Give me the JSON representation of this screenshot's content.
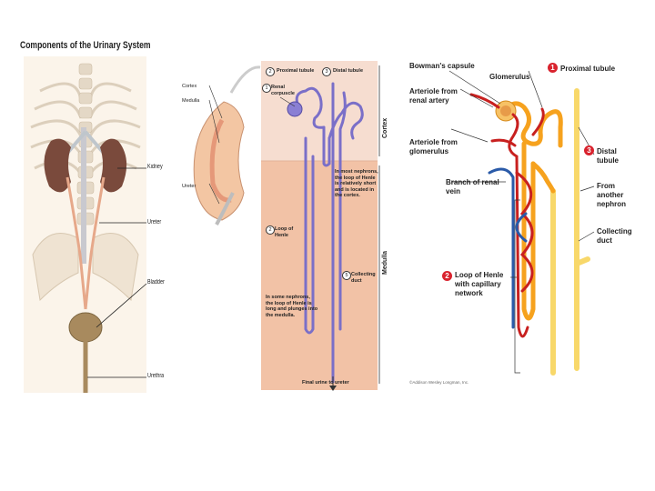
{
  "panel1": {
    "title": "Components of the Urinary System",
    "labels": {
      "kidney": "Kidney",
      "ureter": "Ureter",
      "bladder": "Bladder",
      "urethra": "Urethra"
    }
  },
  "panel2": {
    "labels": {
      "cortex": "Cortex",
      "medulla": "Medulla",
      "ureter": "Ureter",
      "proximal_tubule": "Proximal tubule",
      "distal_tubule": "Distal tubule",
      "renal_corpuscle": "Renal corpuscle",
      "most_nephrons": "In most nephrons, the loop of Henle is relatively short and is located in the cortex.",
      "loop_of_henle": "Loop of Henle",
      "collecting_duct": "Collecting duct",
      "some_nephrons": "In some nephrons, the loop of Henle is long and plunges into the medulla.",
      "final_urine": "Final urine to ureter",
      "side_cortex": "Cortex",
      "side_medulla": "Medulla"
    },
    "numbers": {
      "proximal": "2",
      "distal": "3",
      "corpuscle": "1",
      "loop": "2",
      "collecting": "5"
    }
  },
  "panel3": {
    "labels": {
      "bowmans_capsule": "Bowman's capsule",
      "glomerulus": "Glomerulus",
      "proximal_tubule": "Proximal tubule",
      "arteriole_renal_artery": "Arteriole from renal artery",
      "arteriole_glomerulus": "Arteriole from glomerulus",
      "distal_tubule": "Distal tubule",
      "branch_renal_vein": "Branch of renal vein",
      "from_another_nephron": "From another nephron",
      "collecting_duct": "Collecting duct",
      "loop_henle_capillary": "Loop of Henle with capillary network",
      "copyright": "©Addison Wesley Longman, Inc."
    },
    "badges": {
      "proximal": "1",
      "distal": "3",
      "loop": "2"
    }
  },
  "colors": {
    "tubule_orange": "#f6a21e",
    "tubule_yellow": "#f8d86a",
    "artery_red": "#c8201f",
    "vein_blue": "#2a5aa8",
    "nephron_purple": "#7a6fc8",
    "kidney_brown": "#7a4a3c",
    "tissue_peach": "#f3c6a3",
    "badge_red": "#d9232e"
  }
}
